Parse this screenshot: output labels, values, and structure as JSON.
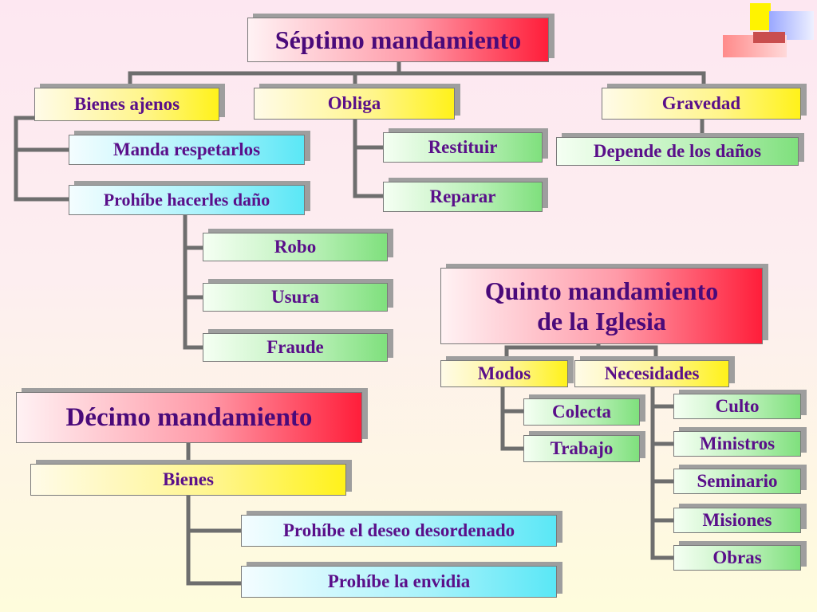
{
  "septimo": {
    "title": "Séptimo mandamiento",
    "bienes_ajenos": "Bienes ajenos",
    "manda_respetarlos": "Manda respetarlos",
    "prohibe_hacerles_dano": "Prohíbe hacerles daño",
    "robo": "Robo",
    "usura": "Usura",
    "fraude": "Fraude",
    "obliga": "Obliga",
    "restituir": "Restituir",
    "reparar": "Reparar",
    "gravedad": "Gravedad",
    "depende_de_los_danos": "Depende de los daños"
  },
  "quinto": {
    "title_line1": "Quinto mandamiento",
    "title_line2": "de la Iglesia",
    "modos": "Modos",
    "colecta": "Colecta",
    "trabajo": "Trabajo",
    "necesidades": "Necesidades",
    "culto": "Culto",
    "ministros": "Ministros",
    "seminario": "Seminario",
    "misiones": "Misiones",
    "obras": "Obras"
  },
  "decimo": {
    "title": "Décimo mandamiento",
    "bienes": "Bienes",
    "prohibe_deseo": "Prohíbe el deseo desordenado",
    "prohibe_envidia": "Prohíbe la envidia"
  },
  "colors": {
    "text": "#5a0f8a",
    "connector": "#6e6e6e",
    "shadow": "#9e9e9e"
  }
}
